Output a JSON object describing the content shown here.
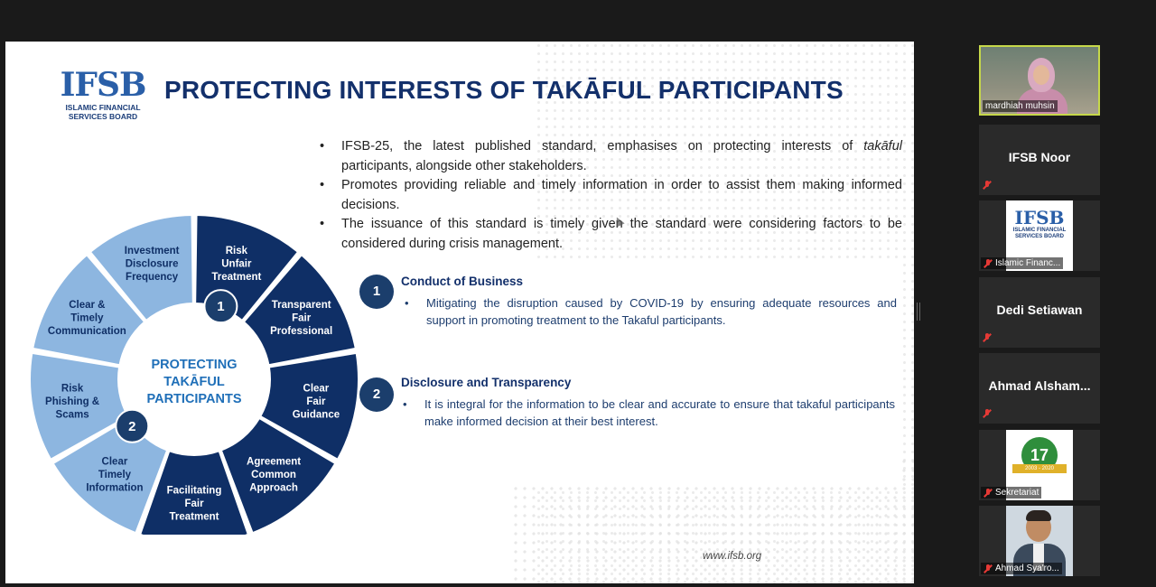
{
  "slide": {
    "logo": {
      "mark": "IFSB",
      "text_line1": "ISLAMIC FINANCIAL",
      "text_line2": "SERVICES BOARD"
    },
    "title": "PROTECTING INTERESTS OF TAKĀFUL PARTICIPANTS",
    "bullets": [
      {
        "before": "IFSB-25, the latest published standard, emphasises on protecting interests of ",
        "italic": "takāful",
        "after": " participants, alongside other stakeholders."
      },
      {
        "before": "Promotes providing reliable and timely information in order to assist them making informed decisions.",
        "italic": "",
        "after": ""
      },
      {
        "before": "The issuance of this standard is timely given the standard were considering factors to be considered during crisis management.",
        "italic": "",
        "after": ""
      }
    ],
    "sections": [
      {
        "number": "1",
        "title": "Conduct of Business",
        "body": "Mitigating the disruption caused by COVID-19 by ensuring adequate resources and support  in promoting treatment to the Takaful participants."
      },
      {
        "number": "2",
        "title": "Disclosure and Transparency",
        "body": "It is integral for the information to be clear and accurate to ensure that takaful participants make informed decision at their best interest."
      }
    ],
    "website": "www.ifsb.org",
    "wheel": {
      "center_lines": [
        "PROTECTING",
        "TAKĀFUL",
        "PARTICIPANTS"
      ],
      "badges": [
        "1",
        "2"
      ],
      "segments": [
        {
          "lines": [
            "Risk",
            "Unfair",
            "Treatment"
          ],
          "color": "#0f2f66"
        },
        {
          "lines": [
            "Transparent",
            "Fair",
            "Professional"
          ],
          "color": "#0f2f66"
        },
        {
          "lines": [
            "Clear",
            "Fair",
            "Guidance"
          ],
          "color": "#0f2f66"
        },
        {
          "lines": [
            "Agreement",
            "Common",
            "Approach"
          ],
          "color": "#0f2f66"
        },
        {
          "lines": [
            "Facilitating",
            "Fair",
            "Treatment"
          ],
          "color": "#0f2f66"
        },
        {
          "lines": [
            "Clear",
            "Timely",
            "Information"
          ],
          "color": "#8db6e0"
        },
        {
          "lines": [
            "Risk",
            "Phishing &",
            "Scams"
          ],
          "color": "#8db6e0"
        },
        {
          "lines": [
            "Clear &",
            "Timely",
            "Communication"
          ],
          "color": "#8db6e0"
        },
        {
          "lines": [
            "Investment",
            "Disclosure",
            "Frequency"
          ],
          "color": "#8db6e0"
        }
      ]
    }
  },
  "participants": [
    {
      "name": "mardhiah muhsin",
      "kind": "video"
    },
    {
      "name": "IFSB Noor",
      "kind": "name"
    },
    {
      "name": "Islamic Financ...",
      "kind": "ifsb-logo"
    },
    {
      "name": "Dedi Setiawan",
      "kind": "name"
    },
    {
      "name": "Ahmad  Alsham...",
      "kind": "name"
    },
    {
      "name": "Sekretariat",
      "kind": "17-logo",
      "badge": "17",
      "badge_band": "2003 - 2020"
    },
    {
      "name": "Ahmad Sya'ro...",
      "kind": "photo"
    }
  ]
}
